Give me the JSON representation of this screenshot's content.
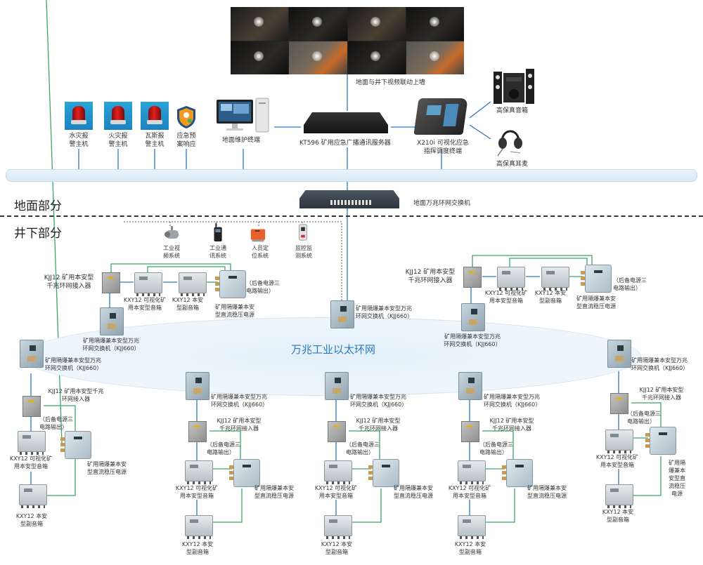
{
  "surface": {
    "section_title": "地面部分",
    "video_wall_caption": "地面与井下视频联动上墙",
    "alarms": [
      {
        "label_line1": "水灾报",
        "label_line2": "警主机",
        "icon": "alarm-beacon-icon"
      },
      {
        "label_line1": "火灾报",
        "label_line2": "警主机",
        "icon": "alarm-beacon-icon"
      },
      {
        "label_line1": "瓦斯报",
        "label_line2": "警主机",
        "icon": "alarm-beacon-icon"
      }
    ],
    "emergency_plan": {
      "label_line1": "应急预",
      "label_line2": "案响应",
      "icon": "shield-icon"
    },
    "maintenance_terminal": "地面维护终端",
    "broadcast_server": "KT596 矿用应急广播通讯服务器",
    "dispatch_terminal_line1": "X210i 可视化应急",
    "dispatch_terminal_line2": "指挥调度终端",
    "hifi_speaker": "高保真音箱",
    "hifi_headset": "高保真耳麦",
    "ring_switch": "地面万兆环网交换机"
  },
  "underground": {
    "section_title": "井下部分",
    "ring_title": "万兆工业以太环网",
    "subsystems": [
      {
        "line1": "工业视",
        "line2": "频系统",
        "icon": "camera-icon"
      },
      {
        "line1": "工业通",
        "line2": "讯系统",
        "icon": "radio-icon"
      },
      {
        "line1": "人员定",
        "line2": "位系统",
        "icon": "locator-icon"
      },
      {
        "line1": "监控监",
        "line2": "测系统",
        "icon": "sensor-icon"
      }
    ],
    "labels": {
      "kjj660_line1": "矿用隔爆兼本安型万兆",
      "kjj660_line2": "环网交换机（KJJ660）",
      "kjj12_line1": "KJJ12 矿用本安型",
      "kjj12_line2": "千兆环网接入器",
      "kjj12_alt_line1": "KJJ12 矿用本安型千兆",
      "kjj12_alt_line2": "环网接入器",
      "kxy_visual_line1": "KXY12 可视化矿",
      "kxy_visual_line2": "用本安型音箱",
      "kxy_sub_line1": "KXY12 本安",
      "kxy_sub_line2": "型副音箱",
      "psu_line1": "矿用隔爆兼本安",
      "psu_line2": "型直流稳压电源",
      "backup_line1": "（后备电源三",
      "backup_line2": "电路输出）",
      "psu_vertical": [
        "矿用隔",
        "爆兼本",
        "安型直",
        "流稳压",
        "电源"
      ]
    }
  },
  "colors": {
    "link_blue": "#2a78bf",
    "power_green": "#3aa66a",
    "ring_fill": "#e3f0fa",
    "ring_title": "#2a78bf"
  }
}
